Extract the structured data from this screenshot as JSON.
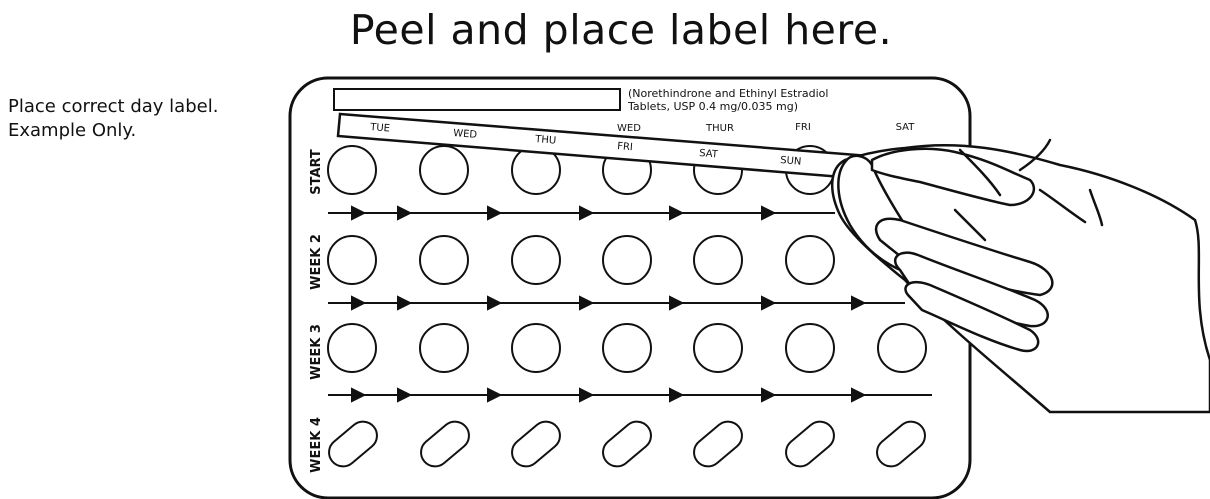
{
  "title": "Peel and place label here.",
  "instructions": {
    "line1": "Place correct day label.",
    "line2": "Example Only."
  },
  "card": {
    "product_line1": "(Norethindrone and Ethinyl Estradiol",
    "product_line2": "Tablets, USP 0.4 mg/0.035 mg)",
    "week_labels": [
      "START",
      "WEEK 2",
      "WEEK 3",
      "WEEK 4"
    ],
    "card_day_labels": [
      "FRI",
      "SAT"
    ],
    "sticker_days": [
      "TUE",
      "WED",
      "THU",
      "FRI",
      "SAT",
      "SUN"
    ],
    "sticker_top_days": [
      "WED",
      "THUR"
    ]
  },
  "colors": {
    "ink": "#111111",
    "paper": "#ffffff"
  }
}
